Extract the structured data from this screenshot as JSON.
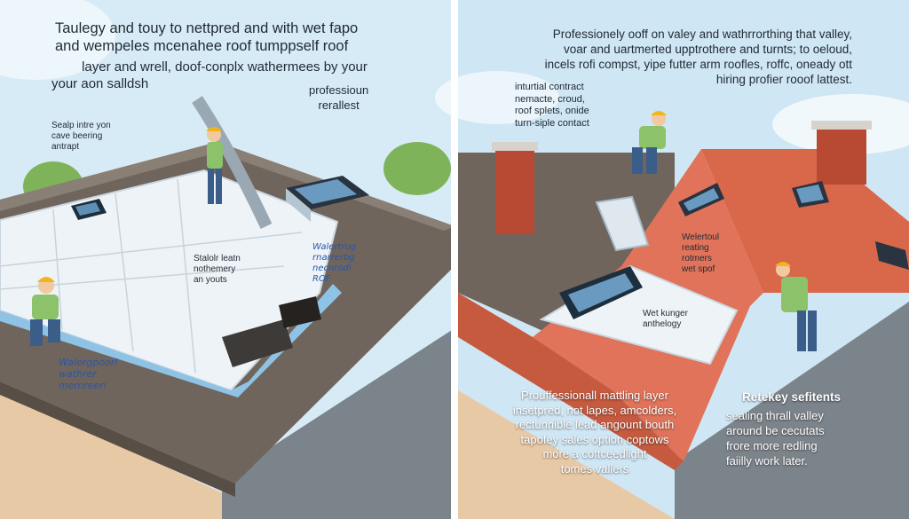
{
  "left_panel": {
    "headline": [
      "Taulegy and touy to nettpred and with wet fapo",
      "and wempeles mcenahee roof tumppself roof"
    ],
    "intro": [
      "layer and wrell, doof-conplx wathermees by your",
      "your aon salldsh"
    ],
    "note_right": [
      "professioun",
      "rerallest"
    ],
    "note_left": [
      "Sealp intre yon",
      "cave beering",
      "antrapt"
    ],
    "center_label": [
      "Stalolr leatn",
      "nothemery",
      "an youts"
    ],
    "blue_label_right": [
      "Walertrug",
      "rnarrerbg",
      "necnrodl",
      "ROF"
    ],
    "blue_label_bottom": [
      "Walergpoorl",
      "wathrer",
      "memreeri"
    ]
  },
  "right_panel": {
    "headline": [
      "Professionely ooff on valey and wathrrorthing that valley,",
      "voar and uartmerted upptrothere and turnts; to oeloud,",
      "incels rofi compst, yipe futter arm roofles, roffc, oneady ott",
      "hiring profier rooof lattest."
    ],
    "note_left": [
      "inturtial contract",
      "nemacte, croud,",
      "roof splets, onide",
      "turn-siple contact"
    ],
    "red_label": [
      "Welertoul",
      "reating",
      "rotmers",
      "wet spof"
    ],
    "sheet_label": [
      "Wet kunger",
      "anthelogy"
    ],
    "bottom_left": [
      "Prouffessionall mattling layer",
      "insetpred, not lapes, amcolders,",
      "rectunnible lead angount bouth",
      "tapofey sales option coptows",
      "more a coftceedlight",
      "tomes vallers"
    ],
    "bottom_right_title": "Retekey sefitents",
    "bottom_right": [
      "sealing thrall valley",
      "around be cecutats",
      "frore more redling",
      "faiilly work later."
    ]
  },
  "colors": {
    "sky": "#cfe6f4",
    "shingle": "#6f655c",
    "membrane": "#eef3f7",
    "flashing": "#8fc3e6",
    "tile": "#d9674a",
    "brick": "#b84a33",
    "worker_shirt": "#8cc26a",
    "hard_hat": "#f1b51c",
    "wall_grey": "#7c848b"
  },
  "icons": [
    "worker-figure",
    "skylight-window",
    "brick-chimney",
    "tree",
    "cloud"
  ]
}
